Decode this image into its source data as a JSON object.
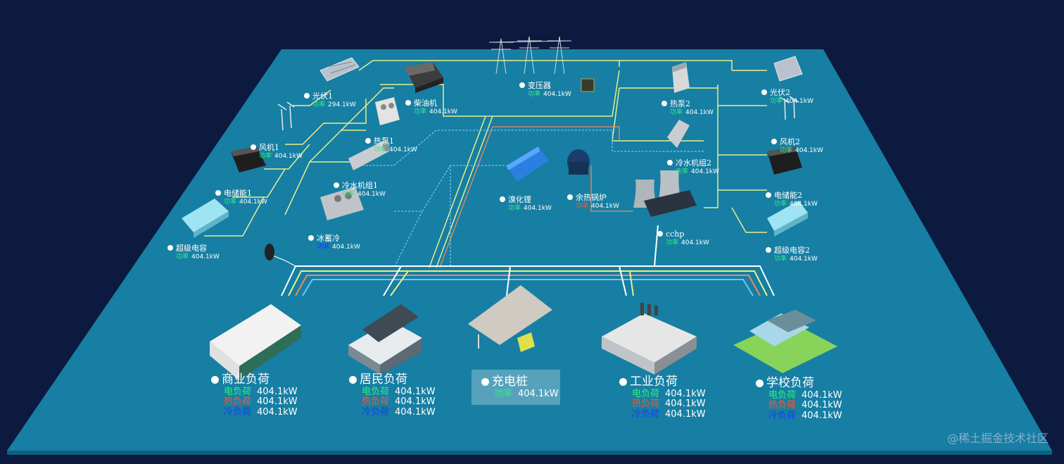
{
  "equipment": [
    {
      "id": "pv1",
      "name": "光伏1",
      "rows": [
        {
          "k": "功率",
          "v": "294.1kW",
          "cls": "k-p"
        }
      ]
    },
    {
      "id": "diesel",
      "name": "柴油机",
      "rows": [
        {
          "k": "功率",
          "v": "404.1kW",
          "cls": "k-p"
        }
      ]
    },
    {
      "id": "transformer",
      "name": "变压器",
      "rows": [
        {
          "k": "功率",
          "v": "404.1kW",
          "cls": "k-p"
        }
      ]
    },
    {
      "id": "heatpump2",
      "name": "热泵2",
      "rows": [
        {
          "k": "功率",
          "v": "404.1kW",
          "cls": "k-p"
        }
      ]
    },
    {
      "id": "pv2",
      "name": "光伏2",
      "rows": [
        {
          "k": "功率",
          "v": "404.1kW",
          "cls": "k-p"
        }
      ]
    },
    {
      "id": "wind1",
      "name": "风机1",
      "rows": [
        {
          "k": "功率",
          "v": "404.1kW",
          "cls": "k-p"
        }
      ]
    },
    {
      "id": "heatpump1",
      "name": "热泵1",
      "rows": [
        {
          "k": "功率",
          "v": "404.1kW",
          "cls": "k-p"
        }
      ]
    },
    {
      "id": "wind2",
      "name": "风机2",
      "rows": [
        {
          "k": "功率",
          "v": "404.1kW",
          "cls": "k-p"
        }
      ]
    },
    {
      "id": "chiller2",
      "name": "冷水机组2",
      "rows": [
        {
          "k": "功率",
          "v": "404.1kW",
          "cls": "k-p"
        }
      ]
    },
    {
      "id": "storage1",
      "name": "电储能1",
      "rows": [
        {
          "k": "功率",
          "v": "404.1kW",
          "cls": "k-p"
        }
      ]
    },
    {
      "id": "chiller1",
      "name": "冷水机组1",
      "rows": [
        {
          "k": "功率",
          "v": "404.1kW",
          "cls": "k-p"
        }
      ]
    },
    {
      "id": "libr",
      "name": "溴化锂",
      "rows": [
        {
          "k": "功率",
          "v": "404.1kW",
          "cls": "k-p"
        }
      ]
    },
    {
      "id": "boiler",
      "name": "余热锅炉",
      "rows": [
        {
          "k": "功率",
          "v": "404.1kW",
          "cls": "k-h"
        }
      ]
    },
    {
      "id": "storage2",
      "name": "电储能2",
      "rows": [
        {
          "k": "功率",
          "v": "404.1kW",
          "cls": "k-p"
        }
      ]
    },
    {
      "id": "icecold",
      "name": "冰蓄冷",
      "rows": [
        {
          "k": "功率",
          "v": "404.1kW",
          "cls": "k-c"
        }
      ]
    },
    {
      "id": "cchp",
      "name": "cchp",
      "rows": [
        {
          "k": "功率",
          "v": "404.1kW",
          "cls": "k-p"
        }
      ]
    },
    {
      "id": "supercap1",
      "name": "超级电容",
      "rows": [
        {
          "k": "功率",
          "v": "404.1kW",
          "cls": "k-p"
        }
      ]
    },
    {
      "id": "supercap2",
      "name": "超级电容2",
      "rows": [
        {
          "k": "功率",
          "v": "404.1kW",
          "cls": "k-p"
        }
      ]
    }
  ],
  "loads": [
    {
      "id": "commercial",
      "name": "商业负荷",
      "rows": [
        {
          "k": "电负荷",
          "v": "404.1kW",
          "cls": "k-e"
        },
        {
          "k": "热负荷",
          "v": "404.1kW",
          "cls": "k-h"
        },
        {
          "k": "冷负荷",
          "v": "404.1kW",
          "cls": "k-c"
        }
      ]
    },
    {
      "id": "residential",
      "name": "居民负荷",
      "rows": [
        {
          "k": "电负荷",
          "v": "404.1kW",
          "cls": "k-e"
        },
        {
          "k": "热负荷",
          "v": "404.1kW",
          "cls": "k-h"
        },
        {
          "k": "冷负荷",
          "v": "404.1kW",
          "cls": "k-c"
        }
      ]
    },
    {
      "id": "charging",
      "name": "充电桩",
      "rows": [
        {
          "k": "功率",
          "v": "404.1kW",
          "cls": "k-p"
        }
      ]
    },
    {
      "id": "industrial",
      "name": "工业负荷",
      "rows": [
        {
          "k": "电负荷",
          "v": "404.1kW",
          "cls": "k-e"
        },
        {
          "k": "热负荷",
          "v": "404.1kW",
          "cls": "k-h"
        },
        {
          "k": "冷负荷",
          "v": "404.1kW",
          "cls": "k-c"
        }
      ]
    },
    {
      "id": "school",
      "name": "学校负荷",
      "rows": [
        {
          "k": "电负荷",
          "v": "404.1kW",
          "cls": "k-e"
        },
        {
          "k": "热负荷",
          "v": "404.1kW",
          "cls": "k-h"
        },
        {
          "k": "冷负荷",
          "v": "404.1kW",
          "cls": "k-c"
        }
      ]
    }
  ],
  "watermark": "@稀土掘金技术社区",
  "colors": {
    "background": "#0b1a3e",
    "platform": "#167fa3",
    "electric": "#f0f089",
    "heat": "#f08a5a",
    "cold": "#79bff2",
    "power": "#2ef07a",
    "heat_text": "#ff5533",
    "cold_text": "#1a3cff"
  }
}
